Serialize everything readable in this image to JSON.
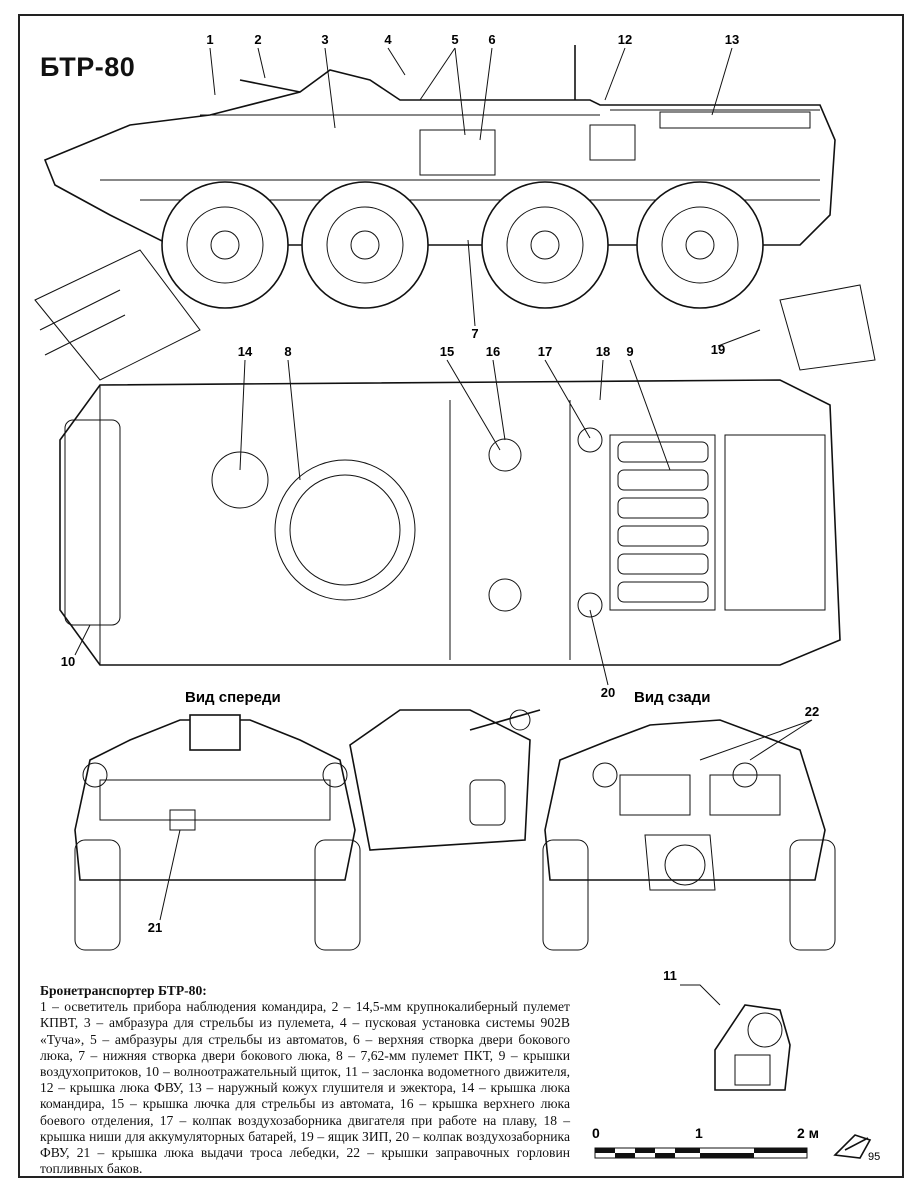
{
  "title": "БТР-80",
  "views": {
    "front": "Вид спереди",
    "rear": "Вид сзади"
  },
  "callouts": [
    "1",
    "2",
    "3",
    "4",
    "5",
    "6",
    "7",
    "8",
    "9",
    "10",
    "11",
    "12",
    "13",
    "14",
    "15",
    "16",
    "17",
    "18",
    "19",
    "20",
    "21",
    "22"
  ],
  "caption": {
    "heading": "Бронетранспортер БТР-80:",
    "body": "1 – осветитель прибора наблюдения командира, 2 – 14,5-мм крупнокалиберный пулемет КПВТ, 3 – амбразура для стрельбы из пулемета, 4 – пусковая установка системы 902В «Туча», 5 – амбразуры для стрельбы из автоматов, 6 – верхняя створка двери бокового люка, 7 – нижняя створка двери бокового люка, 8 – 7,62-мм пулемет ПКТ, 9 – крышки воздухопритоков, 10 – волноотражательный щиток, 11 – заслонка водометного движителя, 12 – крышка люка ФВУ, 13 – наружный кожух глушителя и эжектора, 14 – крышка люка командира, 15 – крышка лючка для стрельбы из автомата, 16 – крышка верхнего люка боевого отделения, 17 – колпак воздухозаборника двигателя при работе на плаву, 18 – крышка ниши для аккумуляторных батарей, 19 – ящик ЗИП, 20 – колпак воздухозаборника ФВУ, 21 – крышка люка выдачи троса лебедки, 22 – крышки заправочных горловин топливных баков."
  },
  "scale": {
    "ticks": [
      "0",
      "1",
      "2 м"
    ]
  },
  "signature": {
    "page_number": "95"
  }
}
